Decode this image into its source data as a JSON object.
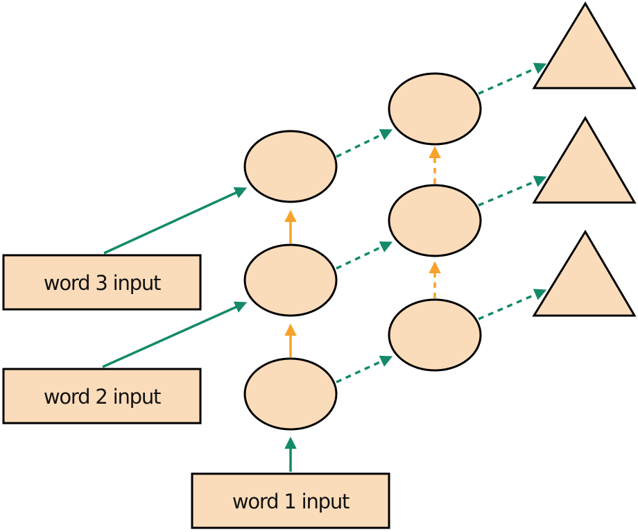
{
  "colors": {
    "node_fill": "#FBDCBA",
    "stroke": "#000000",
    "input_edge": "#138A6A",
    "vertical_edge": "#F7A22B"
  },
  "inputs": [
    {
      "label": "word 3 input"
    },
    {
      "label": "word 2 input"
    },
    {
      "label": "word 1 input"
    }
  ],
  "layers": [
    {
      "name": "hidden-layer-1",
      "node_count": 3
    },
    {
      "name": "hidden-layer-2",
      "node_count": 3
    },
    {
      "name": "output-layer",
      "node_count": 3,
      "shape": "triangle"
    }
  ],
  "edges": [
    {
      "from": "word 3 input",
      "to": "layer1-node3",
      "style": "solid",
      "color": "input_edge"
    },
    {
      "from": "word 2 input",
      "to": "layer1-node2",
      "style": "solid",
      "color": "input_edge"
    },
    {
      "from": "word 1 input",
      "to": "layer1-node1",
      "style": "solid",
      "color": "input_edge"
    },
    {
      "from": "layer1-node1",
      "to": "layer1-node2",
      "style": "solid",
      "color": "vertical_edge"
    },
    {
      "from": "layer1-node2",
      "to": "layer1-node3",
      "style": "solid",
      "color": "vertical_edge"
    },
    {
      "from": "layer1-node1",
      "to": "layer2-node1",
      "style": "dashed",
      "color": "input_edge"
    },
    {
      "from": "layer1-node2",
      "to": "layer2-node2",
      "style": "dashed",
      "color": "input_edge"
    },
    {
      "from": "layer1-node3",
      "to": "layer2-node3",
      "style": "dashed",
      "color": "input_edge"
    },
    {
      "from": "layer2-node1",
      "to": "layer2-node2",
      "style": "dashed",
      "color": "vertical_edge"
    },
    {
      "from": "layer2-node2",
      "to": "layer2-node3",
      "style": "dashed",
      "color": "vertical_edge"
    },
    {
      "from": "layer2-node1",
      "to": "output1",
      "style": "dashed",
      "color": "input_edge"
    },
    {
      "from": "layer2-node2",
      "to": "output2",
      "style": "dashed",
      "color": "input_edge"
    },
    {
      "from": "layer2-node3",
      "to": "output3",
      "style": "dashed",
      "color": "input_edge"
    }
  ]
}
